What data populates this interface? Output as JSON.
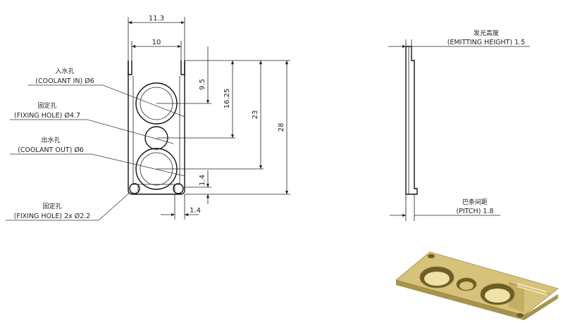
{
  "front_view": {
    "dim_width_overall": "11.3",
    "dim_width_inner": "10",
    "dim_9_5": "9.5",
    "dim_16_25": "16.25",
    "dim_23": "23",
    "dim_28": "28",
    "dim_1_4_vertical": "1.4",
    "dim_1_4_horizontal": "1.4"
  },
  "callouts": {
    "coolant_in_cn": "入水孔",
    "coolant_in_en": "(COOLANT IN) Ø6",
    "fixing_hole_cn": "固定孔",
    "fixing_hole_en": "(FIXING HOLE) Ø4.7",
    "coolant_out_cn": "出水孔",
    "coolant_out_en": "(COOLANT OUT)  Ø6",
    "fixing_hole_small_cn": "固定孔",
    "fixing_hole_small_en": "(FIXING HOLE) 2x Ø2.2"
  },
  "side_view": {
    "emitting_height_cn": "发光高度",
    "emitting_height_en": "(EMITTING HEIGHT) 1.5",
    "pitch_cn": "巴条间距",
    "pitch_en": "(PITCH) 1.8"
  },
  "colors": {
    "line": "#111111",
    "part_gold": "#d6c27a",
    "part_gold_dark": "#a8934a",
    "part_gold_light": "#efe2a8"
  }
}
